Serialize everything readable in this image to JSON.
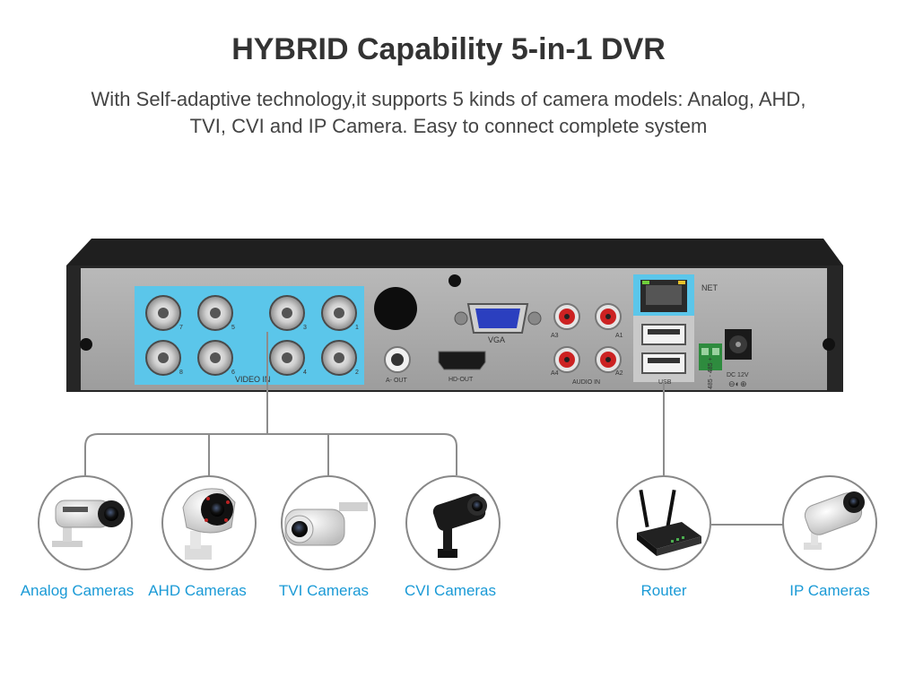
{
  "heading": {
    "title": "HYBRID Capability 5-in-1 DVR",
    "subtitle_line1": "With Self-adaptive technology,it supports 5 kinds of camera models: Analog, AHD,",
    "subtitle_line2": "TVI, CVI and IP Camera. Easy to connect complete system"
  },
  "dvr_panel": {
    "video_in_label": "VIDEO IN",
    "audio_out_label": "A- OUT",
    "vga_label": "VGA",
    "hdmi_label": "HD-OUT",
    "audio_in_label": "AUDIO IN",
    "net_label": "NET",
    "usb_label": "USB",
    "power_label": "DC 12V",
    "rs485_label": "485 - 485 +",
    "bnc_numbers": [
      "7",
      "5",
      "3",
      "1",
      "8",
      "6",
      "4",
      "2"
    ],
    "audio_in_numbers": [
      "A3",
      "A1",
      "A4",
      "A2"
    ]
  },
  "cameras": [
    {
      "label": "Analog Cameras",
      "icon": "analog-camera-icon"
    },
    {
      "label": "AHD Cameras",
      "icon": "ahd-camera-icon"
    },
    {
      "label": "TVI Cameras",
      "icon": "tvi-camera-icon"
    },
    {
      "label": "CVI Cameras",
      "icon": "cvi-camera-icon"
    }
  ],
  "network": [
    {
      "label": "Router",
      "icon": "router-icon"
    },
    {
      "label": "IP Cameras",
      "icon": "ip-camera-icon"
    }
  ],
  "colors": {
    "accent": "#1a9ad6",
    "highlight": "#5bc6ea",
    "panel": "#a8a8a8",
    "chassis": "#222222"
  }
}
